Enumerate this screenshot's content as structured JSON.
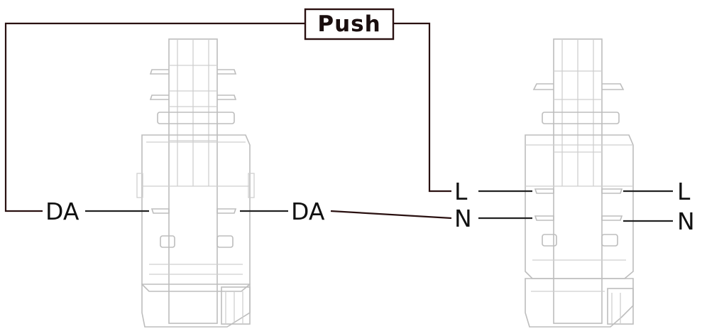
{
  "diagram": {
    "push_label": "Push",
    "left_labels": {
      "da_left": "DA",
      "da_right": "DA"
    },
    "right_labels": {
      "l_left": "L",
      "n_left": "N",
      "l_right": "L",
      "n_right": "N"
    },
    "colors": {
      "wire": "#2a1111",
      "lead": "#222222",
      "device_outline": "#bdbdbd"
    }
  }
}
